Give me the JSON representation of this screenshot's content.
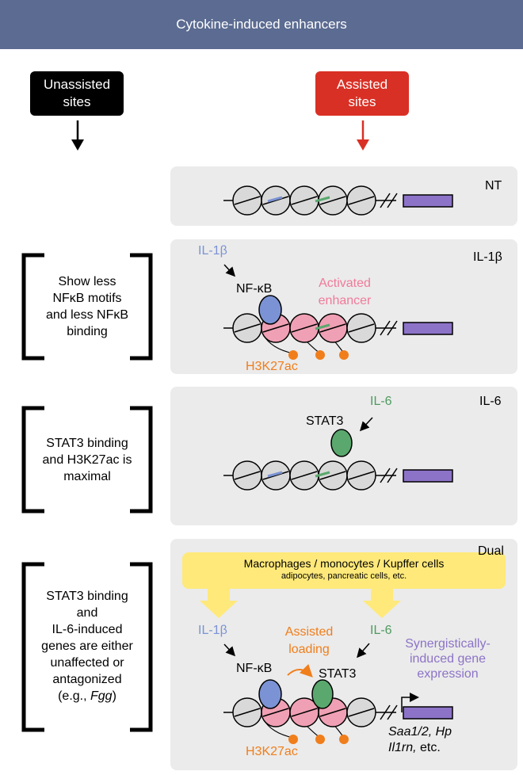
{
  "header": {
    "title": "Cytokine-induced enhancers"
  },
  "columns": {
    "unassisted": {
      "line1": "Unassisted",
      "line2": "sites",
      "color": "#000000"
    },
    "assisted": {
      "line1": "Assisted",
      "line2": "sites",
      "color": "#d93025"
    }
  },
  "panels": {
    "nt": {
      "tag": "NT"
    },
    "il1b": {
      "tag": "IL-1β",
      "cytokine": "IL-1β",
      "factor": "NF-κB",
      "enhancer_line1": "Activated",
      "enhancer_line2": "enhancer",
      "mark": "H3K27ac",
      "side_text": [
        "Show less",
        "NFκB motifs",
        "and less NFκB",
        "binding"
      ]
    },
    "il6": {
      "tag": "IL-6",
      "cytokine": "IL-6",
      "factor": "STAT3",
      "side_text": [
        "STAT3 binding",
        "and H3K27ac is",
        "maximal"
      ]
    },
    "dual": {
      "tag": "Dual",
      "cell_types_line1": "Macrophages / monocytes / Kupffer cells",
      "cell_types_line2": "adipocytes, pancreatic cells, etc.",
      "cytokine_a": "IL-1β",
      "cytokine_b": "IL-6",
      "factor_a": "NF-κB",
      "factor_b": "STAT3",
      "loading_line1": "Assisted",
      "loading_line2": "loading",
      "synergy_line1": "Synergistically-",
      "synergy_line2": "induced gene",
      "synergy_line3": "expression",
      "mark": "H3K27ac",
      "genes_line1": "Saa1/2, Hp",
      "genes_line2_italic": "Il1rn,",
      "genes_line2_rest": " etc.",
      "side_text": [
        "STAT3 binding",
        "and",
        "IL-6-induced",
        "genes are either",
        "unaffected or",
        "antagonized"
      ],
      "side_example_prefix": "(e.g., ",
      "side_example_gene": "Fgg",
      "side_example_suffix": ")"
    }
  },
  "colors": {
    "banner": "#5b6b91",
    "panel": "#ebebeb",
    "nucleosome": "#d9d9d9",
    "active_nucleosome": "#f0a0b4",
    "nfkb": "#7b93d4",
    "stat3": "#5aa86e",
    "h3k27ac": "#f07e1b",
    "gene": "#8c73c7",
    "il1b_text": "#7b93d4",
    "il6_text": "#4f9a5f",
    "enhancer_text": "#f07a9a",
    "synergy_text": "#8c73c7",
    "yellow_box": "#ffe97a"
  }
}
